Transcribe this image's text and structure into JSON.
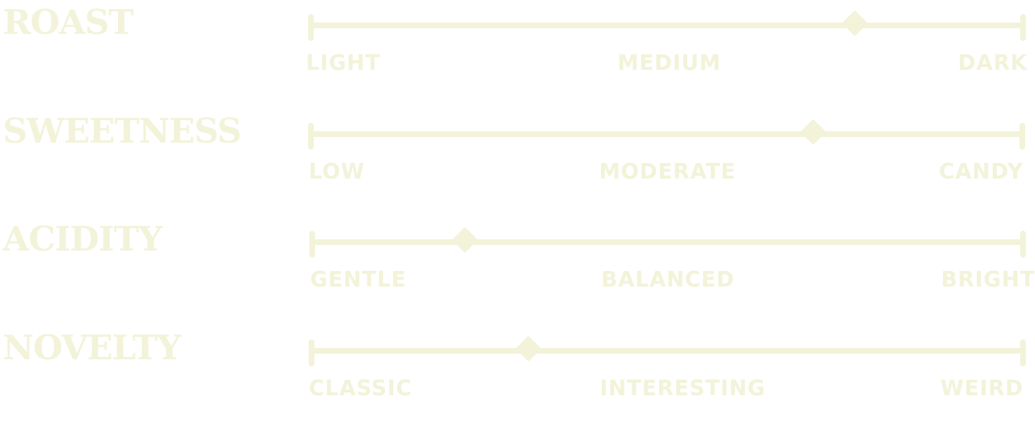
{
  "theme": {
    "accent": "#f2f3d9",
    "background": "#ffffff"
  },
  "scales": [
    {
      "title": "ROAST",
      "labels": {
        "low": "LIGHT",
        "mid": "MEDIUM",
        "high": "DARK"
      },
      "level": 0.764
    },
    {
      "title": "SWEETNESS",
      "labels": {
        "low": "LOW",
        "mid": "MODERATE",
        "high": "CANDY"
      },
      "level": 0.706
    },
    {
      "title": "ACIDITY",
      "labels": {
        "low": "GENTLE",
        "mid": "BALANCED",
        "high": "BRIGHT"
      },
      "level": 0.215
    },
    {
      "title": "NOVELTY",
      "labels": {
        "low": "CLASSIC",
        "mid": "INTERESTING",
        "high": "WEIRD"
      },
      "level": 0.305
    }
  ]
}
